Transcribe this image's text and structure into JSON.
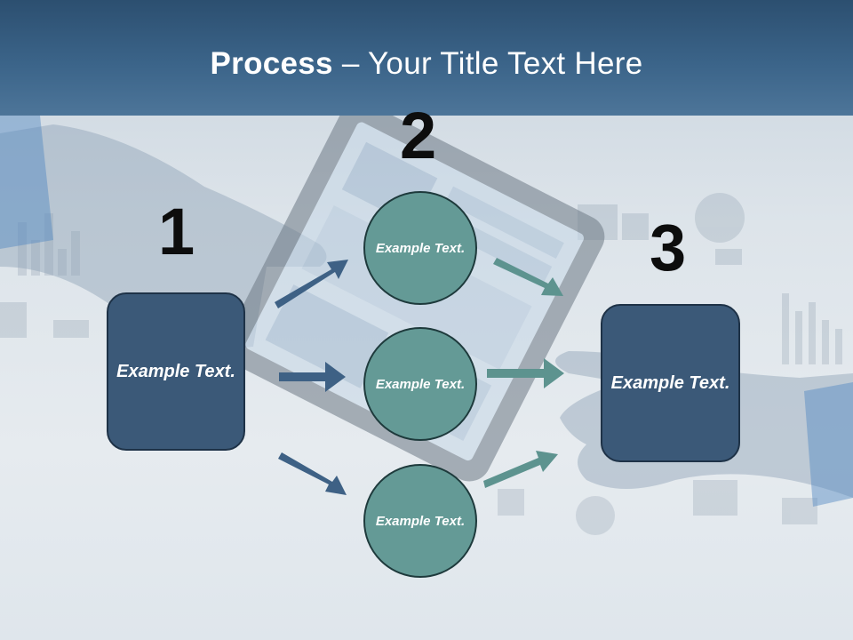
{
  "title": {
    "bold": "Process",
    "rest": " – Your Title Text Here"
  },
  "steps": [
    {
      "number": "1",
      "text": "Example Text."
    },
    {
      "number": "2",
      "text": "Example Text."
    },
    {
      "number": "3",
      "text": "Example Text."
    }
  ],
  "circles": [
    {
      "text": "Example Text."
    },
    {
      "text": "Example Text."
    },
    {
      "text": "Example Text."
    }
  ],
  "colors": {
    "header": "#3b6489",
    "box": "#3b5978",
    "circle": "#649a96",
    "arrow_blue": "#3e6185",
    "arrow_teal": "#5d938f"
  }
}
